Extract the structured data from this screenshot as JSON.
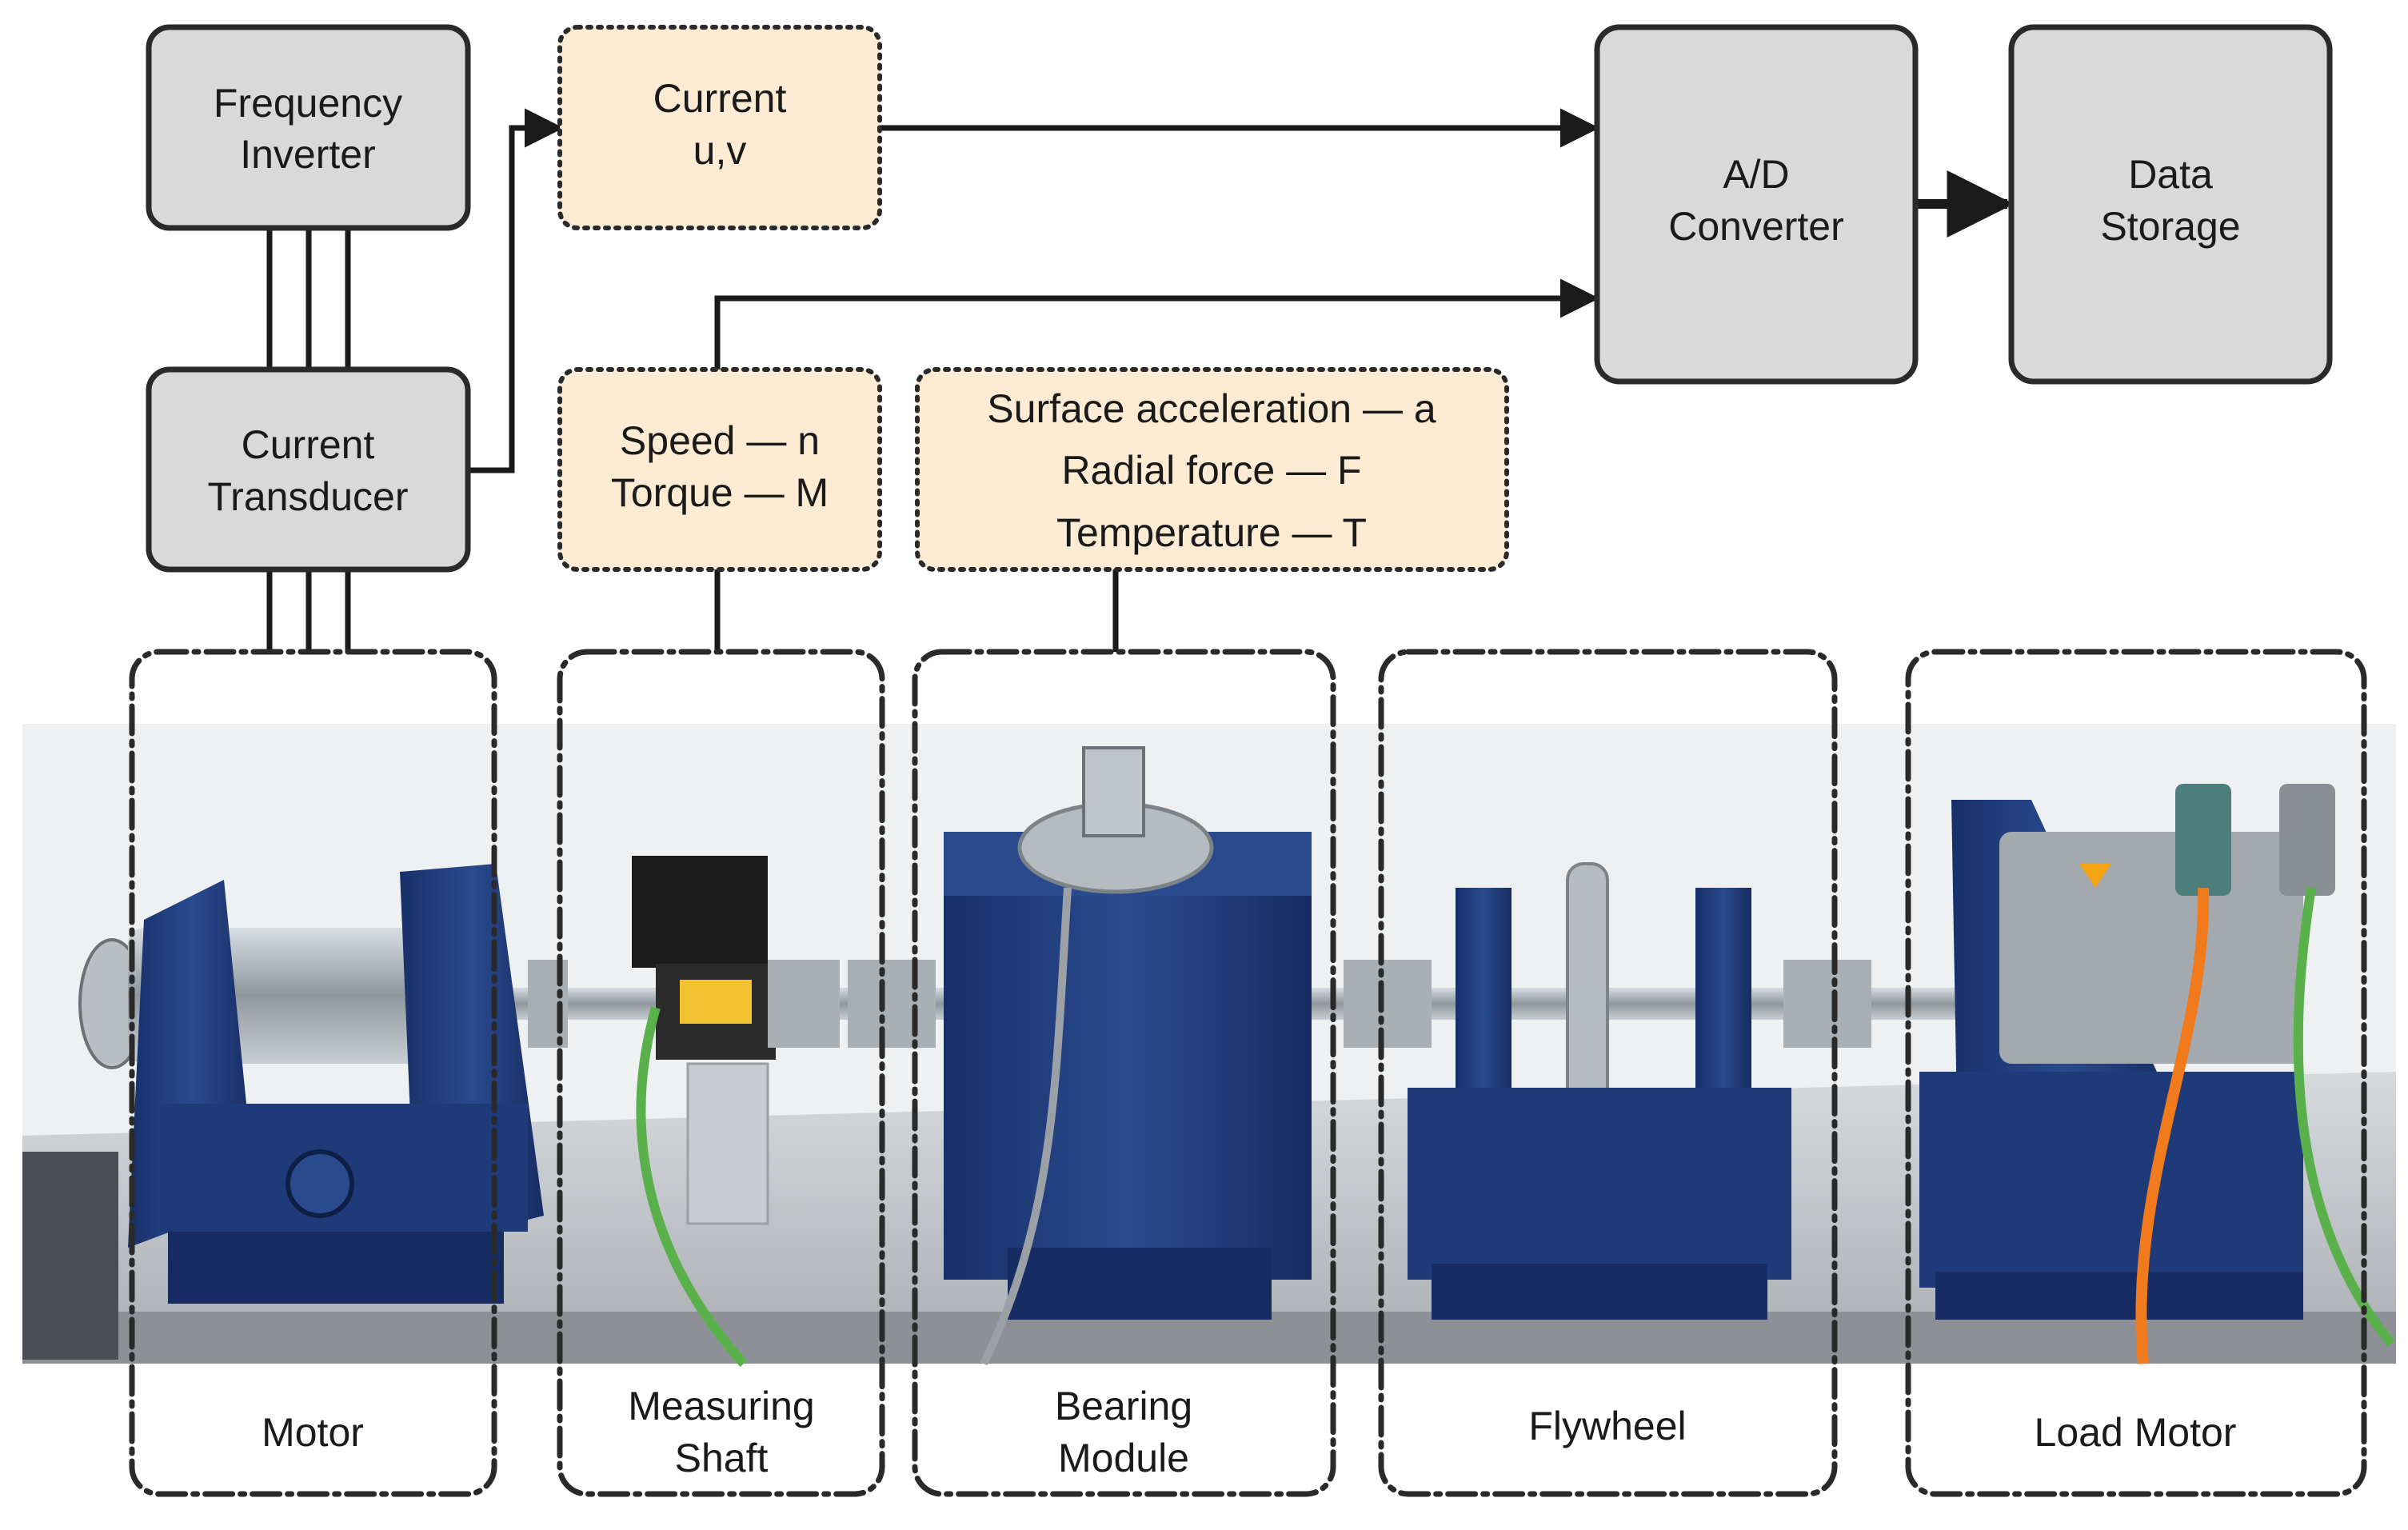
{
  "blocks": {
    "frequency_inverter": [
      "Frequency",
      "Inverter"
    ],
    "current_transducer": [
      "Current",
      "Transducer"
    ],
    "current_uv": [
      "Current",
      "u,v"
    ],
    "ad_converter": [
      "A/D",
      "Converter"
    ],
    "data_storage": [
      "Data",
      "Storage"
    ],
    "speed_torque": [
      "Speed — n",
      "Torque — M"
    ],
    "bearing_sensors": [
      "Surface acceleration — a",
      "Radial force — F",
      "Temperature — T"
    ]
  },
  "components": {
    "motor": [
      "Motor"
    ],
    "measuring_shaft": [
      "Measuring",
      "Shaft"
    ],
    "bearing_module": [
      "Bearing",
      "Module"
    ],
    "flywheel": [
      "Flywheel"
    ],
    "load_motor": [
      "Load Motor"
    ]
  },
  "colors": {
    "device_fill": "#d9d9d9",
    "sensor_fill": "#fdebd3",
    "stroke": "#2a2a2a",
    "machine_blue": "#1f3a78",
    "shaft_silver": "#9aa3ab",
    "bench_gray": "#c9ccd0",
    "cable_green": "#5ab04a",
    "cable_orange": "#f07a1c"
  }
}
